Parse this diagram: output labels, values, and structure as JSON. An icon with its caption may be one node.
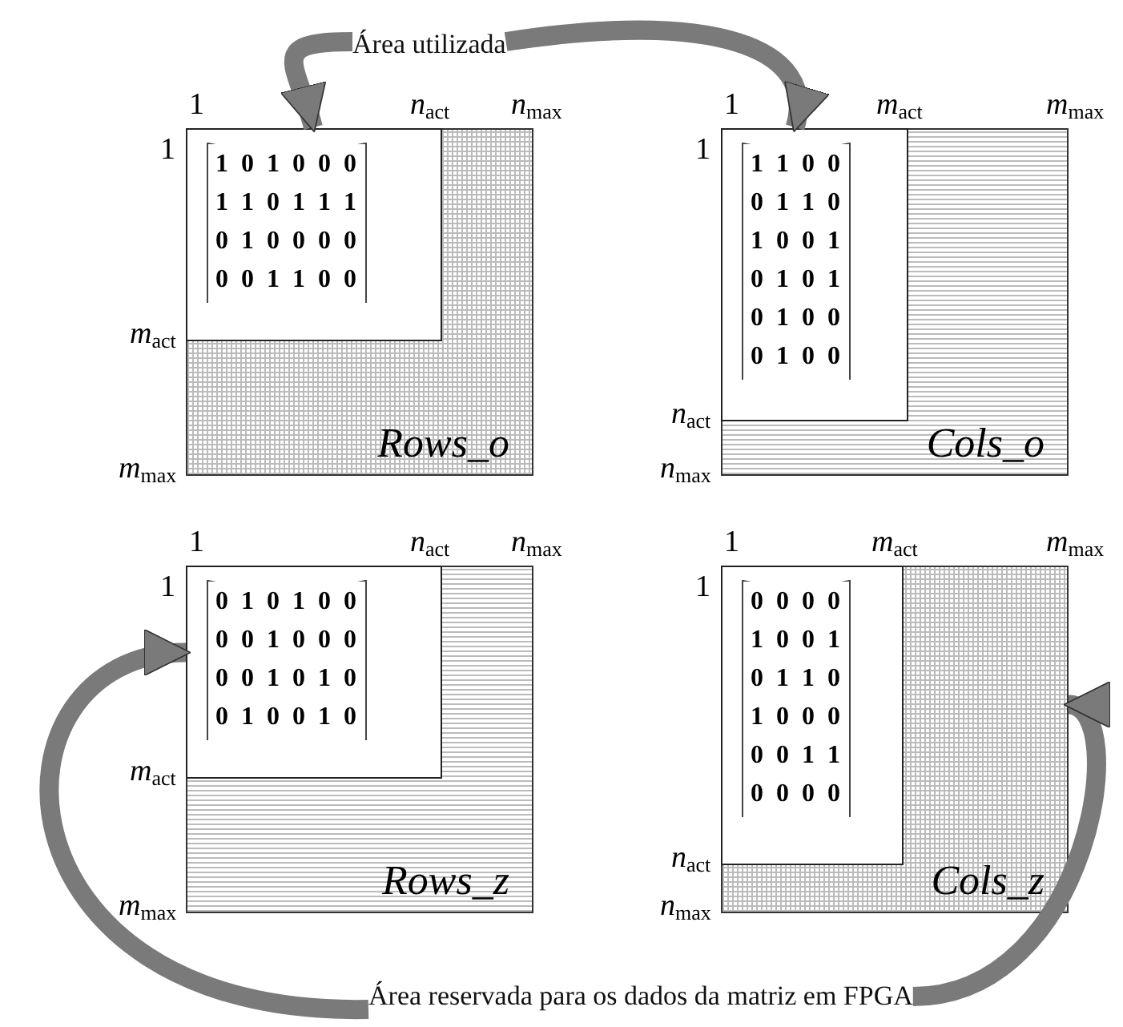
{
  "diagram": {
    "nodes": [
      {
        "text": [
          "Área utilizada"
        ]
      },
      {
        "text": [
          "Rows_o"
        ],
        "beside": [
          "1",
          "*n*$_{act}$",
          "*n*$_{max}$",
          "1",
          "*m*$_{act}$",
          "*m*$_{max}$"
        ]
      },
      {
        "text": [
          "1 0 1 0 0 0",
          "1 1 0 1 1 1",
          "0 1 0 0 0 0",
          "0 0 1 1 0 0"
        ],
        "in": 1
      },
      {
        "text": [
          "Cols_o"
        ],
        "beside": [
          "1",
          "*m*$_{act}$",
          "*m*$_{max}$",
          "1",
          "*n*$_{act}$",
          "*n*$_{max}$"
        ]
      },
      {
        "text": [
          "1 1 0 0",
          "0 1 1 0",
          "1 0 0 1",
          "0 1 0 1",
          "0 1 0 0",
          "0 1 0 0"
        ],
        "in": 3
      },
      {
        "text": [
          "Rows_z"
        ],
        "beside": [
          "1",
          "*n*$_{act}$",
          "*n*$_{max}$",
          "1",
          "*m*$_{act}$",
          "*m*$_{max}$"
        ]
      },
      {
        "text": [
          "0 1 0 1 0 0",
          "0 0 1 0 0 0",
          "0 0 1 0 1 0",
          "0 1 0 0 1 0"
        ],
        "in": 5
      },
      {
        "text": [
          "Cols_z"
        ],
        "beside": [
          "1",
          "*m*$_{act}$",
          "*m*$_{max}$",
          "1",
          "*n*$_{act}$",
          "*n*$_{max}$"
        ]
      },
      {
        "text": [
          "0 0 0 0",
          "1 0 0 1",
          "0 1 1 0",
          "1 0 0 0",
          "0 0 1 1",
          "0 0 0 0"
        ],
        "in": 7
      },
      {
        "text": [
          "Área reservada para os dados da matriz em FPGA"
        ]
      }
    ],
    "edges": [
      {
        "from": 0,
        "to": 2,
        "arrow": "to"
      },
      {
        "from": 0,
        "to": 4,
        "arrow": "to"
      },
      {
        "from": 9,
        "to": 5,
        "arrow": "to"
      },
      {
        "from": 9,
        "to": 7,
        "arrow": "to"
      }
    ]
  }
}
